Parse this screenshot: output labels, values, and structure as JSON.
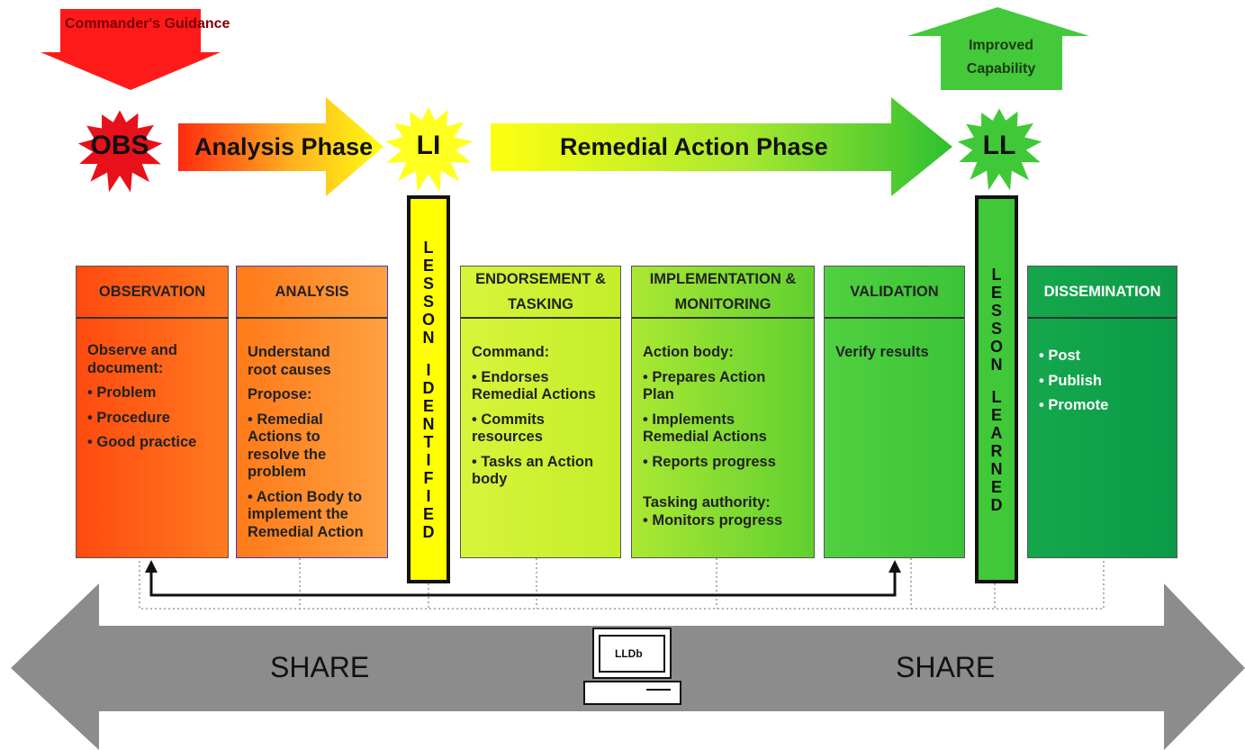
{
  "top": {
    "commanders_guidance": "Commander's Guidance",
    "improved_capability": "Improved Capability"
  },
  "phases": {
    "analysis": "Analysis Phase",
    "remedial": "Remedial Action Phase"
  },
  "bursts": {
    "obs": "OBS",
    "li": "LI",
    "ll": "LL"
  },
  "vertical_bars": {
    "lesson_identified": [
      "L",
      "E",
      "S",
      "S",
      "O",
      "N",
      "",
      "I",
      "D",
      "E",
      "N",
      "T",
      "I",
      "F",
      "I",
      "E",
      "D"
    ],
    "lesson_learned": [
      "L",
      "E",
      "S",
      "S",
      "O",
      "N",
      "",
      "L",
      "E",
      "A",
      "R",
      "N",
      "E",
      "D"
    ]
  },
  "boxes": [
    {
      "title": "OBSERVATION",
      "lines": [
        "Observe and",
        "document:",
        "• Problem",
        "• Procedure",
        "• Good practice"
      ]
    },
    {
      "title": "ANALYSIS",
      "lines": [
        "Understand",
        "root causes",
        "Propose:",
        "• Remedial",
        "Actions to",
        "resolve the",
        "problem",
        "• Action Body to",
        "implement the",
        "Remedial Action"
      ]
    },
    {
      "title": "ENDORSEMENT & TASKING",
      "lines": [
        "Command:",
        "• Endorses",
        "Remedial Actions",
        "• Commits",
        "resources",
        "• Tasks an Action",
        "body"
      ]
    },
    {
      "title": "IMPLEMENTATION & MONITORING",
      "lines": [
        "Action body:",
        "• Prepares Action",
        "Plan",
        "• Implements",
        "Remedial Actions",
        "• Reports progress",
        "Tasking authority:",
        "• Monitors progress"
      ]
    },
    {
      "title": "VALIDATION",
      "lines": [
        "Verify results"
      ]
    },
    {
      "title": "DISSEMINATION",
      "lines": [
        "• Post",
        "• Publish",
        "• Promote"
      ]
    }
  ],
  "bottom": {
    "share_left": "SHARE",
    "share_right": "SHARE",
    "lldb": "LLDb"
  },
  "colors": {
    "red": "#ff1a1a",
    "orange": "#ff6a10",
    "yellow": "#ffff00",
    "lime": "#c8f230",
    "green": "#44c93a",
    "dark_green": "#119a4a",
    "grey_arrow": "#8c8c8c"
  }
}
